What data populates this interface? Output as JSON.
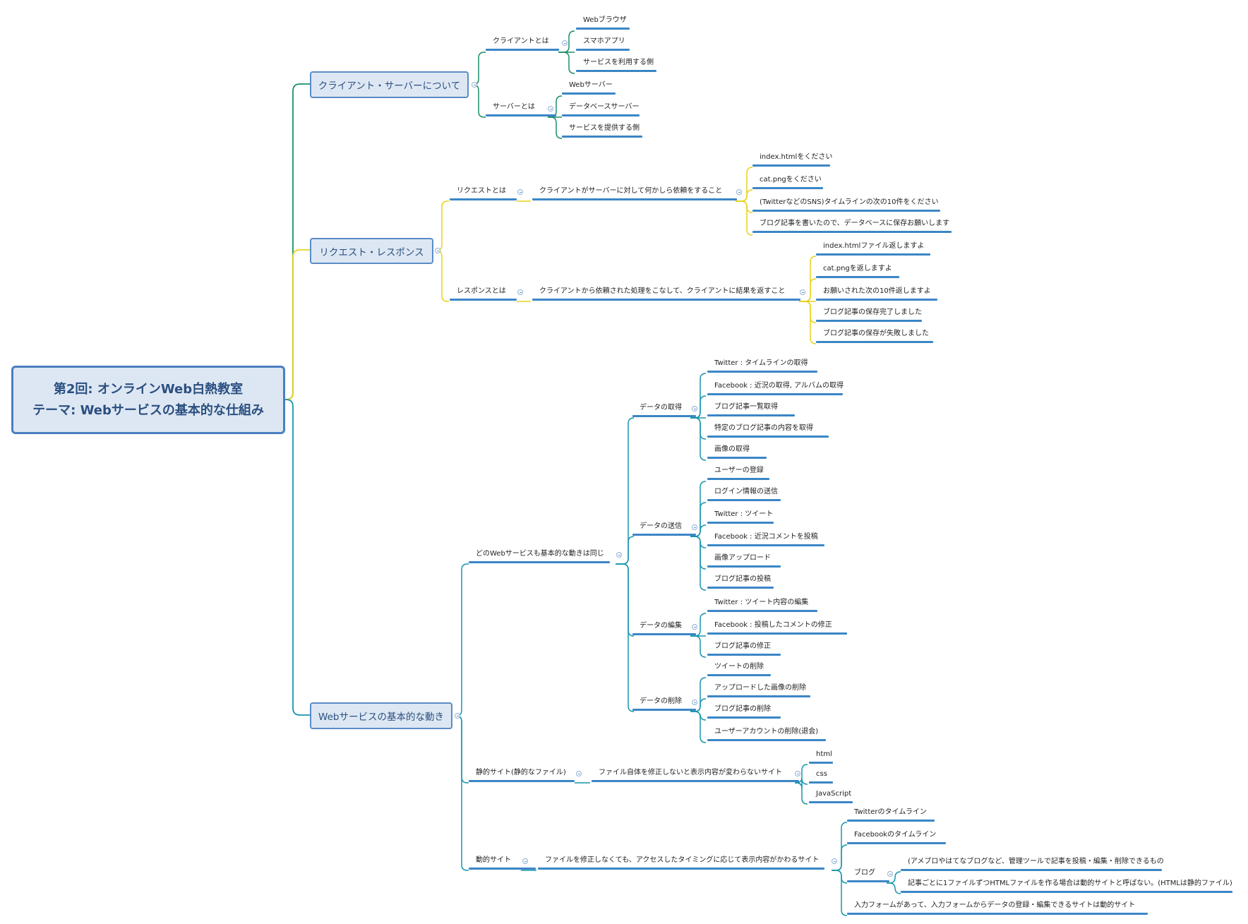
{
  "root": {
    "line1": "第2回: オンラインWeb白熱教室",
    "line2": "テーマ: Webサービスの基本的な仕組み"
  },
  "branches": {
    "cs": {
      "title": "クライアント・サーバーについて",
      "client": {
        "label": "クライアントとは",
        "items": [
          "Webブラウザ",
          "スマホアプリ",
          "サービスを利用する側"
        ]
      },
      "server": {
        "label": "サーバーとは",
        "items": [
          "Webサーバー",
          "データベースサーバー",
          "サービスを提供する側"
        ]
      }
    },
    "rr": {
      "title": "リクエスト・レスポンス",
      "request": {
        "label": "リクエストとは",
        "desc": "クライアントがサーバーに対して何かしら依頼をすること",
        "items": [
          "index.htmlをください",
          "cat.pngをください",
          "(TwitterなどのSNS)タイムラインの次の10件をください",
          "ブログ記事を書いたので、データベースに保存お願いします"
        ]
      },
      "response": {
        "label": "レスポンスとは",
        "desc": "クライアントから依頼された処理をこなして、クライアントに結果を返すこと",
        "items": [
          "index.htmlファイル返しますよ",
          "cat.pngを返しますよ",
          "お願いされた次の10件返しますよ",
          "ブログ記事の保存完了しました",
          "ブログ記事の保存が失敗しました"
        ]
      }
    },
    "ws": {
      "title": "Webサービスの基本的な動き",
      "same": {
        "label": "どのWebサービスも基本的な動きは同じ",
        "get": {
          "label": "データの取得",
          "items": [
            "Twitter : タイムラインの取得",
            "Facebook : 近況の取得, アルバムの取得",
            "ブログ記事一覧取得",
            "特定のブログ記事の内容を取得",
            "画像の取得"
          ]
        },
        "send": {
          "label": "データの送信",
          "items": [
            "ユーザーの登録",
            "ログイン情報の送信",
            "Twitter : ツイート",
            "Facebook : 近況コメントを投稿",
            "画像アップロード",
            "ブログ記事の投稿"
          ]
        },
        "edit": {
          "label": "データの編集",
          "items": [
            "Twitter : ツイート内容の編集",
            "Facebook : 投稿したコメントの修正",
            "ブログ記事の修正"
          ]
        },
        "del": {
          "label": "データの削除",
          "items": [
            "ツイートの削除",
            "アップロードした画像の削除",
            "ブログ記事の削除",
            "ユーザーアカウントの削除(退会)"
          ]
        }
      },
      "static": {
        "label": "静的サイト(静的なファイル)",
        "desc": "ファイル自体を修正しないと表示内容が変わらないサイト",
        "items": [
          "html",
          "css",
          "JavaScript"
        ]
      },
      "dynamic": {
        "label": "動的サイト",
        "desc": "ファイルを修正しなくても、アクセスしたタイミングに応じて表示内容がかわるサイト",
        "tl1": "Twitterのタイムライン",
        "tl2": "Facebookのタイムライン",
        "blog": {
          "label": "ブログ",
          "items": [
            "(アメブロやはてなブログなど、管理ツールで記事を投稿・編集・削除できるもの",
            "記事ごとに1ファイルずつHTMLファイルを作る場合は動的サイトと呼ばない。(HTMLは静的ファイル)"
          ]
        },
        "form": "入力フォームがあって、入力フォームからデータの登録・編集できるサイトは動的サイト"
      }
    }
  },
  "colors": {
    "cs_branch": "#1a8f6a",
    "rr_branch": "#e8d21c",
    "ws_branch": "#1796ad",
    "underline": "#3b86c6"
  }
}
